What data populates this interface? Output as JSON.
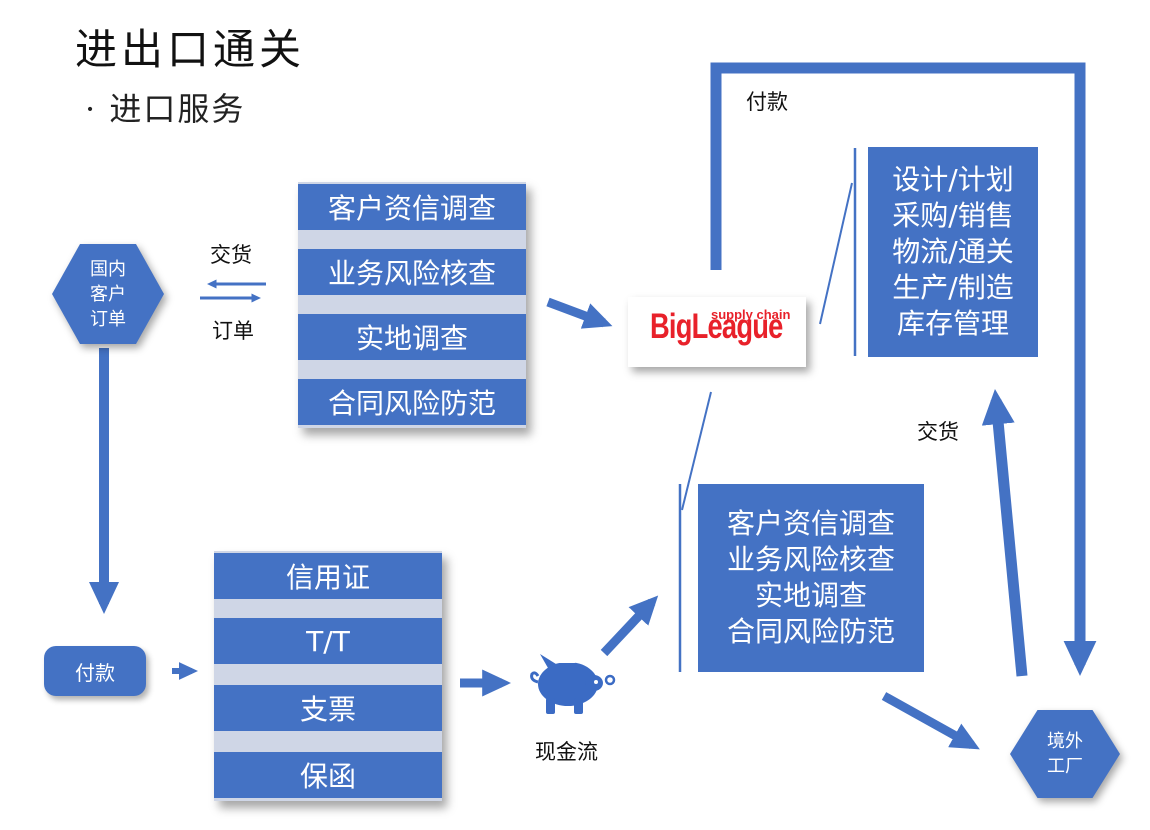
{
  "header": {
    "title": "进出口通关",
    "subtitle": "· 进口服务"
  },
  "customer": {
    "lines": [
      "国内",
      "客户",
      "订单"
    ]
  },
  "factory": {
    "lines": [
      "境外",
      "工厂"
    ]
  },
  "labels": {
    "delivery_left": "交货",
    "order_left": "订单",
    "payment_top": "付款",
    "delivery_right": "交货",
    "cash_flow": "现金流"
  },
  "payment_node": "付款",
  "risk_panel": {
    "items": [
      "客户资信调查",
      "业务风险核查",
      "实地调查",
      "合同风险防范"
    ]
  },
  "payment_panel": {
    "items": [
      "信用证",
      "T/T",
      "支票",
      "保函"
    ]
  },
  "services_box": {
    "lines": [
      "设计/计划",
      "采购/销售",
      "物流/通关",
      "生产/制造",
      "库存管理"
    ]
  },
  "risk_box": {
    "lines": [
      "客户资信调查",
      "业务风险核查",
      "实地调查",
      "合同风险防范"
    ]
  },
  "logo": {
    "main": "BigLeague",
    "sub": "supply chain"
  },
  "icons": {
    "piggy_bank": "piggy-bank-icon"
  },
  "colors": {
    "accent": "#4472c4",
    "panel": "#cfd6e6",
    "logo_red": "#e8212a"
  }
}
